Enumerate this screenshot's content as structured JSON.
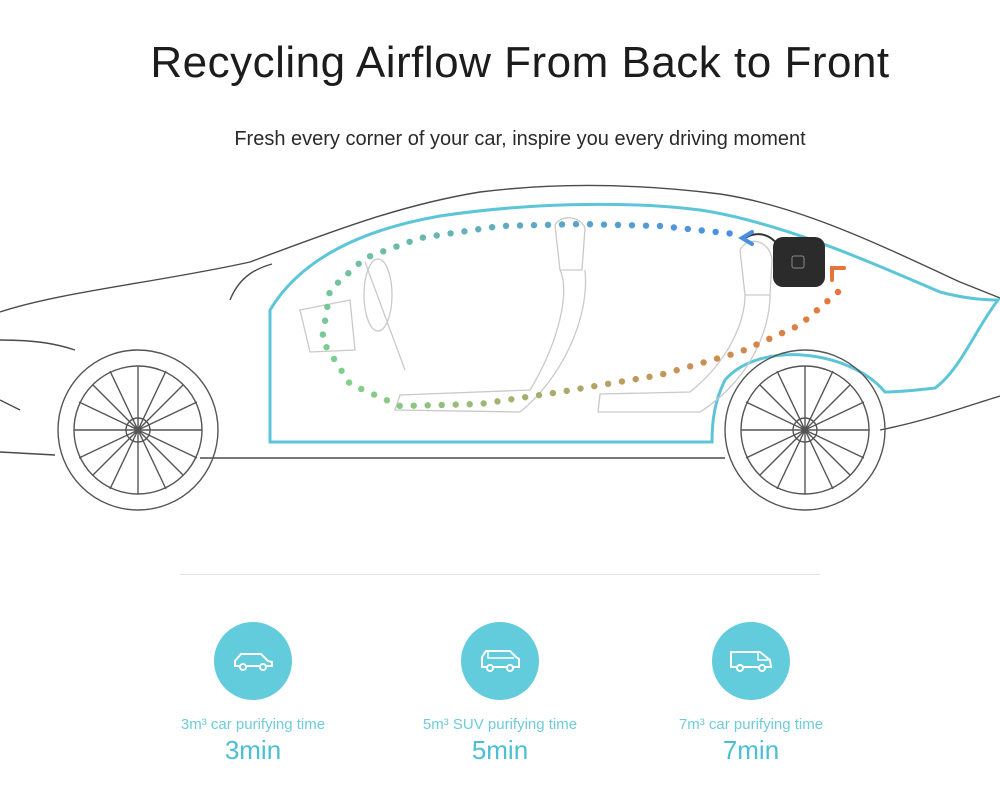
{
  "header": {
    "title": "Recycling Airflow From Back to Front",
    "subtitle": "Fresh every corner of your car, inspire you every driving moment"
  },
  "colors": {
    "accent": "#62cbdc",
    "interior_outline": "#5cc6d8",
    "airflow_cool": "#4a90e2",
    "airflow_mid": "#7fd18b",
    "airflow_warm": "#e8743b"
  },
  "stats": [
    {
      "icon": "car-icon",
      "label": "3m³ car purifying time",
      "value": "3min"
    },
    {
      "icon": "suv-icon",
      "label": "5m³ SUV purifying time",
      "value": "5min"
    },
    {
      "icon": "van-icon",
      "label": "7m³ car purifying time",
      "value": "7min"
    }
  ]
}
